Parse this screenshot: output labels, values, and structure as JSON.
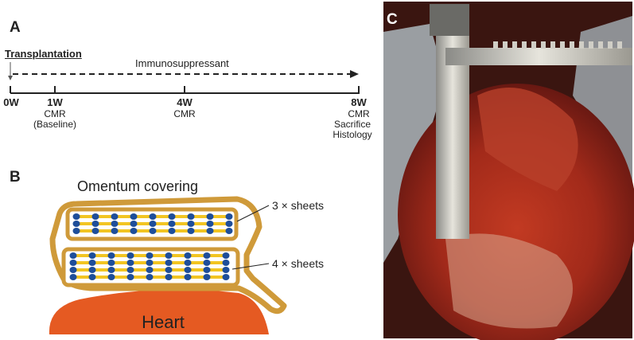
{
  "panel_a": {
    "label": "A",
    "transplantation": "Transplantation",
    "immunosuppressant": "Immunosuppressant",
    "ticks": [
      {
        "week": "0W",
        "notes": []
      },
      {
        "week": "1W",
        "notes": [
          "CMR",
          "(Baseline)"
        ]
      },
      {
        "week": "4W",
        "notes": [
          "CMR"
        ]
      },
      {
        "week": "8W",
        "notes": [
          "CMR",
          "Sacrifice",
          "Histology"
        ]
      }
    ]
  },
  "panel_b": {
    "label": "B",
    "omentum": "Omentum covering",
    "sheets_top": "3 × sheets",
    "sheets_bottom": "4 × sheets",
    "heart": "Heart",
    "colors": {
      "omentum": "#cf9a3a",
      "heart": "#e55a22",
      "cell_nucleus": "#1e4e9a",
      "cell_body": "#f2c522"
    }
  },
  "panel_c": {
    "label": "C"
  }
}
